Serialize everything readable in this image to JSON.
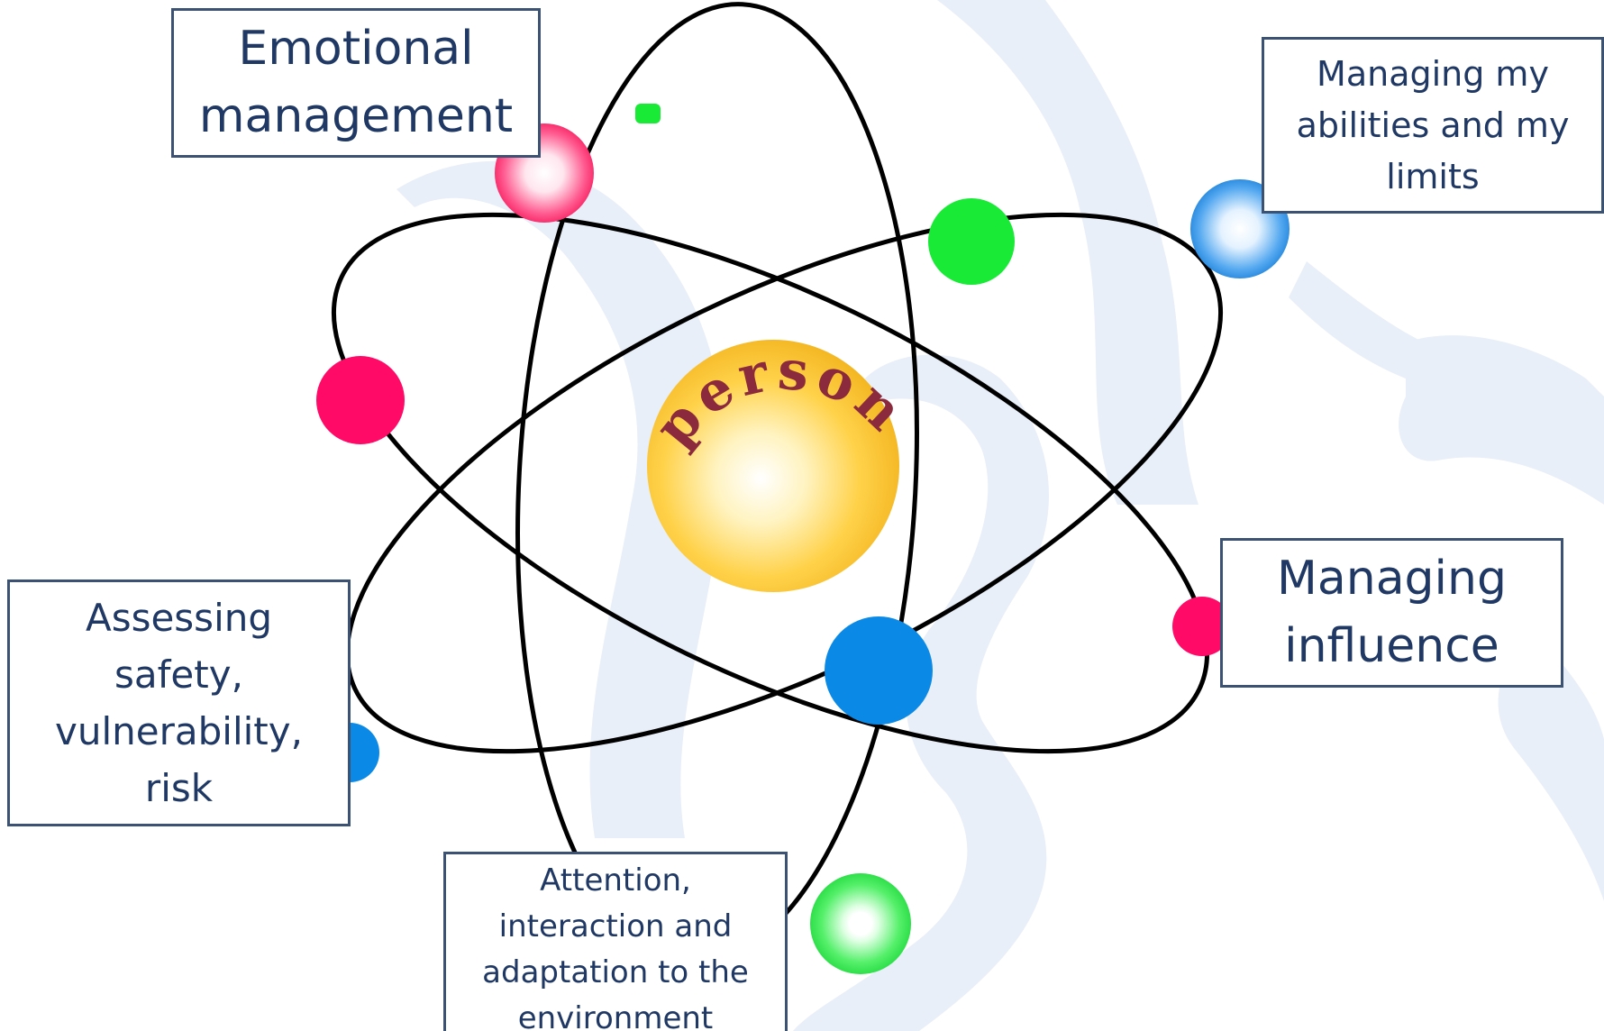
{
  "nucleus": {
    "label": "person",
    "colors": {
      "core": "#ffffff",
      "mid": "#ffe07a",
      "edge": "#f5b820"
    },
    "text_color": "#8b2a3c"
  },
  "labels": {
    "emotional_management": "Emotional\nmanagement",
    "managing_abilities": "Managing my\nabilities and my\nlimits",
    "managing_influence": "Managing\ninfluence",
    "assessing_safety": "Assessing\nsafety,\nvulnerability,\nrisk",
    "attention_interaction": "Attention,\ninteraction and\nadaptation to the\nenvironment"
  },
  "colors": {
    "box_border": "#3b5273",
    "box_text": "#1f3864",
    "orbit": "#000000",
    "background_watermark": "#e8eff8",
    "electron_pink": "#ff0a66",
    "electron_blue": "#0a8ae6",
    "electron_green": "#18ea36"
  },
  "electrons": [
    {
      "name": "pink-glow",
      "color": "pink",
      "glow": true
    },
    {
      "name": "pink-left",
      "color": "pink",
      "glow": false
    },
    {
      "name": "pink-right",
      "color": "pink",
      "glow": false
    },
    {
      "name": "blue-glow",
      "color": "blue",
      "glow": true
    },
    {
      "name": "blue-center",
      "color": "blue",
      "glow": false
    },
    {
      "name": "blue-left",
      "color": "blue",
      "glow": false
    },
    {
      "name": "green-top",
      "color": "green",
      "glow": false
    },
    {
      "name": "green-small",
      "color": "green",
      "glow": false
    },
    {
      "name": "green-glow",
      "color": "green",
      "glow": true
    }
  ]
}
